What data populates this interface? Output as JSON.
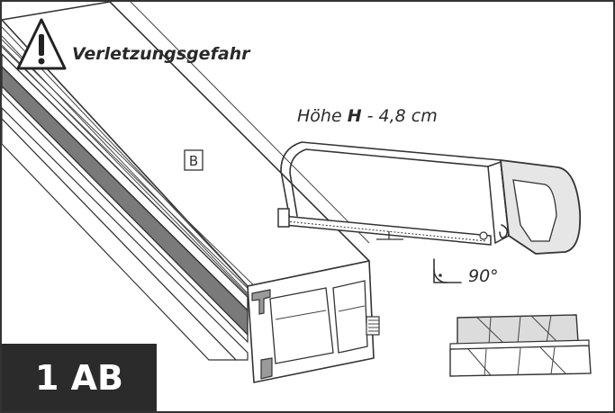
{
  "warning": {
    "text": "Verletzungsgefahr",
    "icon": "warning-triangle-icon"
  },
  "instruction": {
    "prefix": "Höhe ",
    "bold": "H",
    "suffix": " - 4,8 cm"
  },
  "profile_label": "B",
  "angle": {
    "text": "90°",
    "icon": "right-angle-icon"
  },
  "step": {
    "label": "1 AB"
  },
  "colors": {
    "frame": "#333333",
    "rail_dark": "#7a7a7a",
    "step_bg": "#2b2b2b",
    "saw_handle": "#e6e6e6"
  }
}
